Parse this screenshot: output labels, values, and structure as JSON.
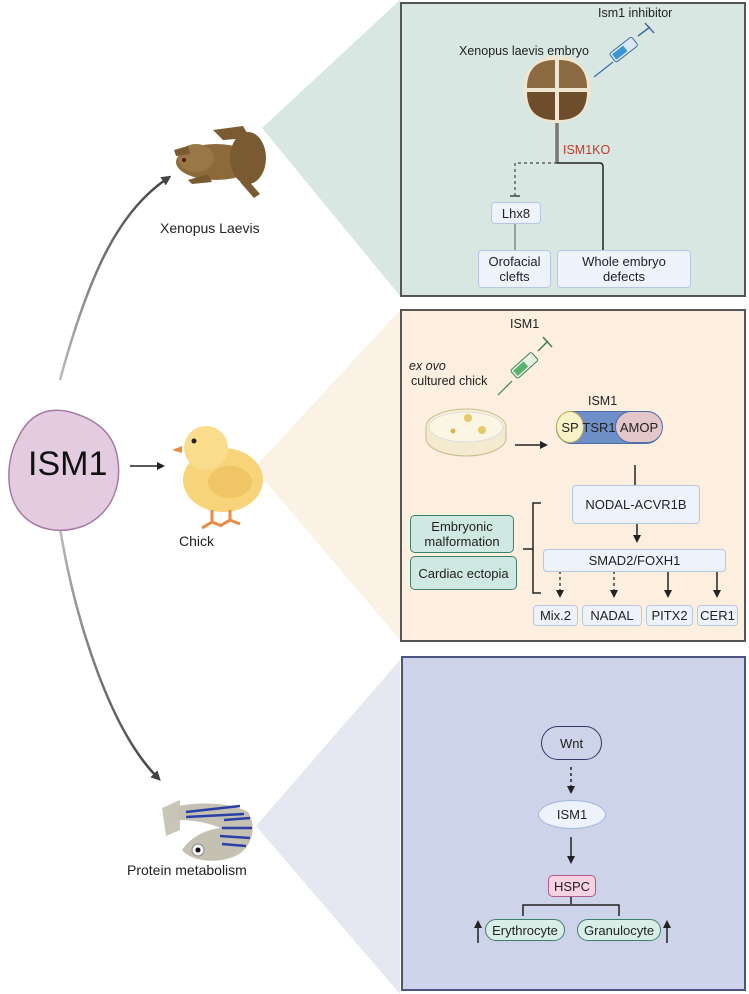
{
  "central": {
    "label": "ISM1",
    "fill": "#e3cce0",
    "stroke": "#a57ba4"
  },
  "organisms": [
    {
      "id": "xenopus",
      "label": "Xenopus Laevis",
      "icon": "frog-icon"
    },
    {
      "id": "chick",
      "label": "Chick",
      "icon": "chick-icon"
    },
    {
      "id": "zebrafish",
      "label": "Protein metabolism",
      "icon": "zebrafish-icon"
    }
  ],
  "panels": {
    "xenopus": {
      "bg": "#d9e7e3",
      "treatment": "Ism1 inhibitor",
      "embryo_label": "Xenopus laevis embryo",
      "knockout_label": "ISM1KO",
      "knockout_color": "#c0392b",
      "nodes": {
        "lhx8": "Lhx8",
        "orofacial": "Orofacial clefts",
        "whole": "Whole embryo defects"
      }
    },
    "chick": {
      "bg": "#fcefe0",
      "treatment": "ISM1",
      "culture_label_italic": "ex ovo",
      "culture_label": "cultured chick",
      "protein_label": "ISM1",
      "domains": [
        "SP",
        "TSR1",
        "AMOP"
      ],
      "nodes": {
        "receptor": "NODAL-ACVR1B",
        "smad": "SMAD2/FOXH1",
        "phenotypes": [
          "Embryonic malformation",
          "Cardiac ectopia"
        ],
        "targets": [
          "Mix.2",
          "NADAL",
          "PITX2",
          "CER1"
        ]
      }
    },
    "zebrafish": {
      "bg": "#cdd3e8",
      "nodes": {
        "wnt": "Wnt",
        "ism1": "ISM1",
        "hspc": "HSPC",
        "cells": [
          "Erythrocyte",
          "Granulocyte"
        ]
      }
    }
  }
}
